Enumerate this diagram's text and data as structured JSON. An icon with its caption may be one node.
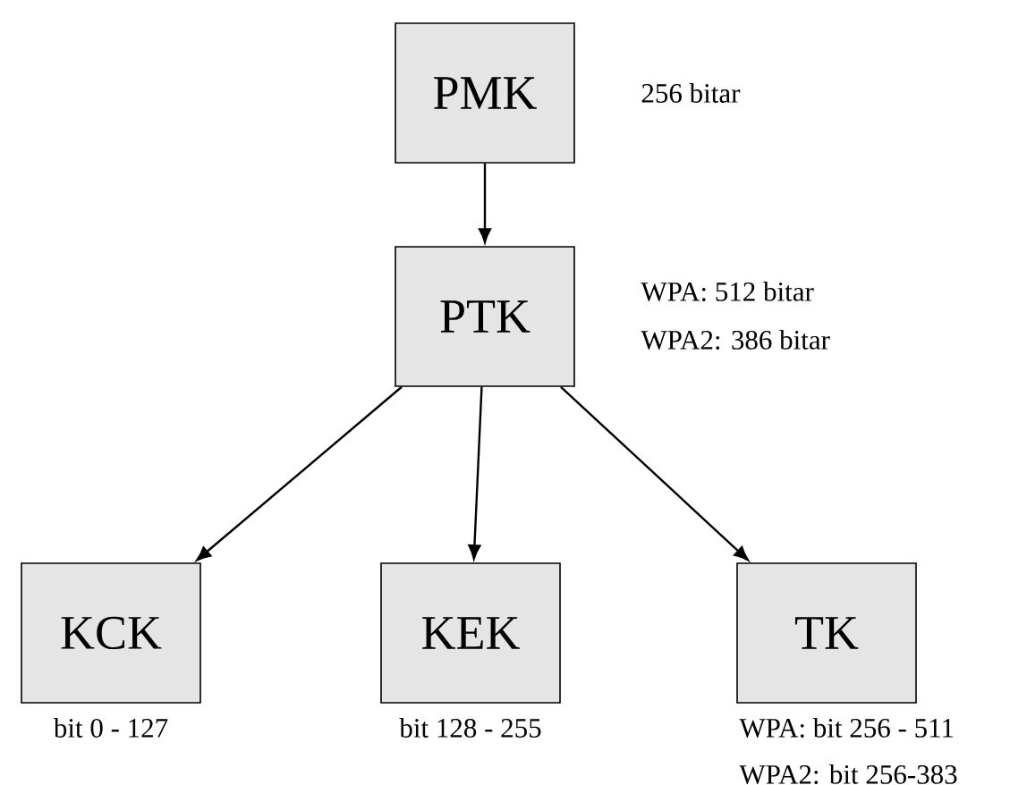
{
  "diagram": {
    "nodes": [
      {
        "text": [
          "PMK"
        ],
        "beside": [
          "256 bitar"
        ]
      },
      {
        "text": [
          "PTK"
        ],
        "beside": [
          "WPA: 512 bitar",
          "WPA2: 386 bitar"
        ]
      },
      {
        "text": [
          "KCK"
        ],
        "beside": [
          "bit 0 - 127"
        ]
      },
      {
        "text": [
          "KEK"
        ],
        "beside": [
          "bit 128 - 255"
        ]
      },
      {
        "text": [
          "TK"
        ],
        "beside": [
          "WPA: bit 256 - 511",
          "WPA2: bit 256-383"
        ]
      }
    ],
    "edges": [
      {
        "from": 0,
        "to": 1,
        "arrow": "to"
      },
      {
        "from": 1,
        "to": 2,
        "arrow": "to"
      },
      {
        "from": 1,
        "to": 3,
        "arrow": "to"
      },
      {
        "from": 1,
        "to": 4,
        "arrow": "to"
      }
    ]
  }
}
